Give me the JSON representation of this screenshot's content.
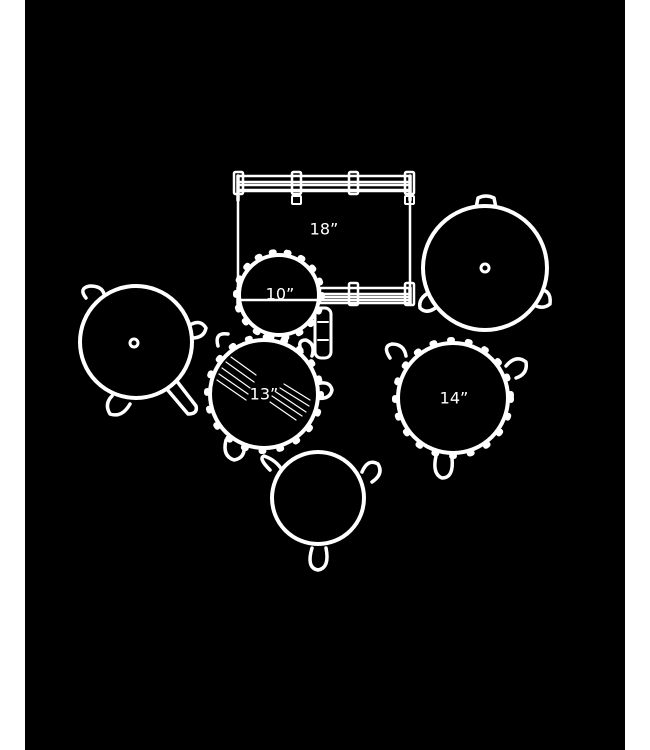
{
  "diagram": {
    "background_color": "#000000",
    "line_color": "#ffffff",
    "labels": {
      "bass_drum": "18”",
      "rack_tom": "10”",
      "snare": "13”",
      "floor_tom": "14”"
    }
  }
}
